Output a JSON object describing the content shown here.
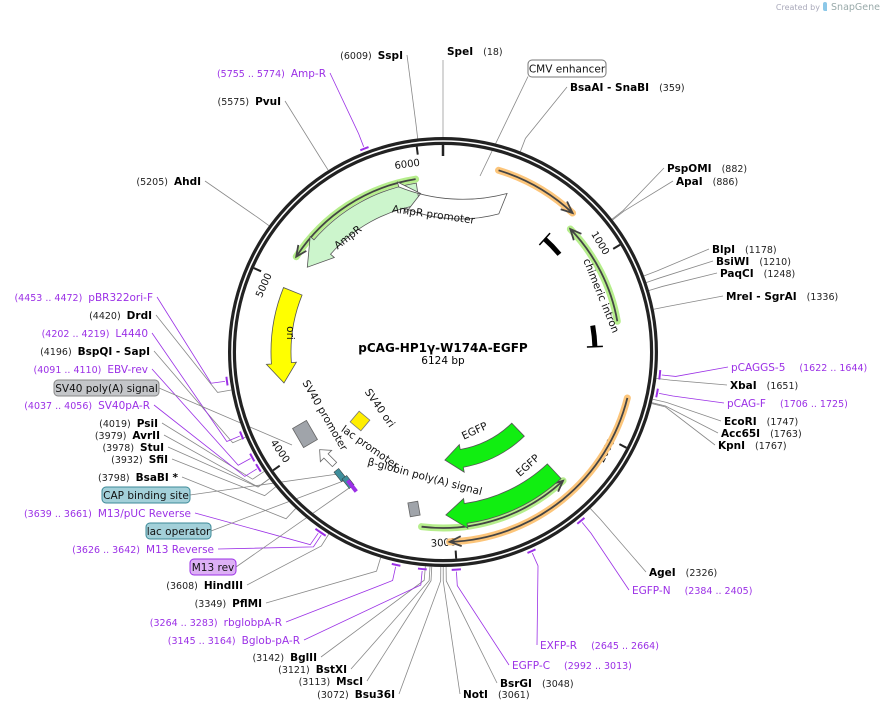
{
  "watermark": {
    "prefix": "Created by",
    "brand": "SnapGene"
  },
  "plasmid": {
    "name": "pCAG-HP1γ-W174A-EGFP",
    "length_label": "6124 bp",
    "length_bp": 6124
  },
  "ring_ticks": [
    "1000",
    "2000",
    "3000",
    "4000",
    "5000",
    "6000"
  ],
  "enzymes": [
    {
      "name": "SpeI",
      "pos": 18
    },
    {
      "name": "SspI",
      "pos": 6009
    },
    {
      "name": "BsaAI - SnaBI",
      "pos": 359
    },
    {
      "name": "PspOMI",
      "pos": 882
    },
    {
      "name": "ApaI",
      "pos": 886
    },
    {
      "name": "BlpI",
      "pos": 1178
    },
    {
      "name": "BsiWI",
      "pos": 1210
    },
    {
      "name": "PaqCI",
      "pos": 1248
    },
    {
      "name": "MreI - SgrAI",
      "pos": 1336
    },
    {
      "name": "XbaI",
      "pos": 1651
    },
    {
      "name": "EcoRI",
      "pos": 1747
    },
    {
      "name": "Acc65I",
      "pos": 1763
    },
    {
      "name": "KpnI",
      "pos": 1767
    },
    {
      "name": "AgeI",
      "pos": 2326
    },
    {
      "name": "BsrGI",
      "pos": 3048
    },
    {
      "name": "NotI",
      "pos": 3061
    },
    {
      "name": "Bsu36I",
      "pos": 3072
    },
    {
      "name": "MscI",
      "pos": 3113
    },
    {
      "name": "BstXI",
      "pos": 3121
    },
    {
      "name": "BglII",
      "pos": 3142
    },
    {
      "name": "PflMI",
      "pos": 3349
    },
    {
      "name": "HindIII",
      "pos": 3608
    },
    {
      "name": "BsaBI *",
      "pos": 3798
    },
    {
      "name": "SfiI",
      "pos": 3932
    },
    {
      "name": "StuI",
      "pos": 3978
    },
    {
      "name": "AvrII",
      "pos": 3979
    },
    {
      "name": "PsiI",
      "pos": 4019
    },
    {
      "name": "BspQI - SapI",
      "pos": 4196
    },
    {
      "name": "DrdI",
      "pos": 4420
    },
    {
      "name": "AhdI",
      "pos": 5205
    },
    {
      "name": "PvuI",
      "pos": 5575
    }
  ],
  "primers": [
    {
      "name": "Amp-R",
      "start": 5755,
      "end": 5774
    },
    {
      "name": "pCAGGS-5",
      "start": 1622,
      "end": 1644
    },
    {
      "name": "pCAG-F",
      "start": 1706,
      "end": 1725
    },
    {
      "name": "EGFP-N",
      "start": 2384,
      "end": 2405
    },
    {
      "name": "EXFP-R",
      "start": 2645,
      "end": 2664
    },
    {
      "name": "EGFP-C",
      "start": 2992,
      "end": 3013
    },
    {
      "name": "Bglob-pA-R",
      "start": 3145,
      "end": 3164
    },
    {
      "name": "rbglobpA-R",
      "start": 3264,
      "end": 3283
    },
    {
      "name": "M13 Reverse",
      "start": 3626,
      "end": 3642
    },
    {
      "name": "M13/pUC Reverse",
      "start": 3639,
      "end": 3661
    },
    {
      "name": "SV40pA-R",
      "start": 4037,
      "end": 4056
    },
    {
      "name": "EBV-rev",
      "start": 4091,
      "end": 4110
    },
    {
      "name": "L4440",
      "start": 4202,
      "end": 4219
    },
    {
      "name": "pBR322ori-F",
      "start": 4453,
      "end": 4472
    }
  ],
  "boxed_features": [
    {
      "name": "CMV enhancer",
      "fill": "#ffffff",
      "border": "#777777"
    },
    {
      "name": "SV40 poly(A) signal",
      "fill": "#c4c6c9",
      "border": "#888888"
    },
    {
      "name": "CAP binding site",
      "fill": "#a3d0d9",
      "border": "#3c8a98"
    },
    {
      "name": "lac operator",
      "fill": "#a3d0d9",
      "border": "#3c8a98"
    },
    {
      "name": "M13 rev",
      "fill": "#ddb0f5",
      "border": "#9b30e6"
    }
  ],
  "features": [
    {
      "name": "AmpR",
      "color": "#ccf5cc",
      "direction": "reverse"
    },
    {
      "name": "AmpR promoter",
      "color": "#ffffff",
      "direction": "reverse"
    },
    {
      "name": "ori",
      "color": "#ffff00",
      "direction": "reverse"
    },
    {
      "name": "chimeric intron",
      "color": "#000000",
      "direction": "none"
    },
    {
      "name": "EGFP",
      "color": "#11ee11",
      "direction": "reverse"
    },
    {
      "name": "EGFP",
      "color": "#11ee11",
      "direction": "reverse"
    },
    {
      "name": "SV40 ori",
      "color": "#ffee00",
      "direction": "none"
    },
    {
      "name": "SV40 promoter",
      "color": "#a0a4aa",
      "direction": "none"
    },
    {
      "name": "lac promoter",
      "color": "#ffffff",
      "direction": "reverse"
    },
    {
      "name": "β-globin poly(A) signal",
      "color": "#a0a4aa",
      "direction": "none"
    }
  ],
  "colors": {
    "enzyme": "#000000",
    "primer": "#9b30e6",
    "orf_green": "#b6ee8c",
    "orf_orange": "#fcc57a",
    "backbone": "#222222"
  }
}
